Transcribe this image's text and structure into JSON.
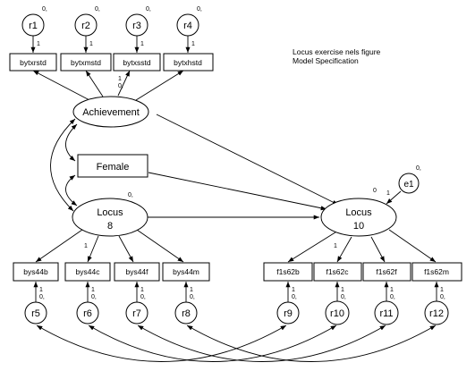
{
  "title": {
    "line1": "Locus exercise nels figure",
    "line2": "Model Specification"
  },
  "latents": {
    "achievement": {
      "label": "Achievement"
    },
    "female": {
      "label": "Female"
    },
    "locus8": {
      "line1": "Locus",
      "line2": "8",
      "variance": "0,"
    },
    "locus10": {
      "line1": "Locus",
      "line2": "10",
      "mean": "0"
    }
  },
  "indicators": {
    "achievement": [
      "bytxrstd",
      "bytxmstd",
      "bytxsstd",
      "bytxhstd"
    ],
    "locus8": [
      "bys44b",
      "bys44c",
      "bys44f",
      "bys44m"
    ],
    "locus10": [
      "f1s62b",
      "f1s62c",
      "f1s62f",
      "f1s62m"
    ]
  },
  "errors": {
    "top": [
      "r1",
      "r2",
      "r3",
      "r4"
    ],
    "bottom": [
      "r5",
      "r6",
      "r7",
      "r8",
      "r9",
      "r10",
      "r11",
      "r12"
    ],
    "disturbance": "e1"
  },
  "params": {
    "error_mean": "0,",
    "path_fixed": "1",
    "intercept_zero": "0,"
  }
}
